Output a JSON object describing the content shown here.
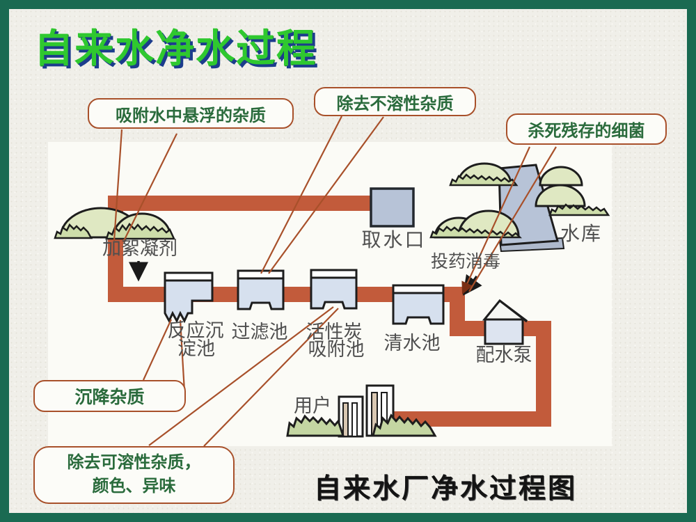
{
  "title": "自来水净水过程",
  "caption": "自来水厂净水过程图",
  "callouts": {
    "adsorb": "吸附水中悬浮的杂质",
    "insoluble": "除去不溶性杂质",
    "kill": "杀死残存的细菌",
    "settle": "沉降杂质",
    "soluble_line1": "除去可溶性杂质，",
    "soluble_line2": "颜色、异味"
  },
  "labels": {
    "flocculant": "加絮凝剂",
    "intake": "取水口",
    "reservoir": "水库",
    "dosing": "投药消毒",
    "reaction_tank_line1": "反应沉",
    "reaction_tank_line2": "淀池",
    "filter_tank": "过滤池",
    "carbon_tank_line1": "活性炭",
    "carbon_tank_line2": "吸附池",
    "clear_tank": "清水池",
    "pump": "配水泵",
    "users": "用户"
  },
  "colors": {
    "frame_green": "#1a6a52",
    "title_green": "#2fc82f",
    "title_shadow_navy": "#1c3c8c",
    "pipe_terracotta": "#c25b3b",
    "callout_border": "#a8502a",
    "callout_text_green": "#2a6b3c",
    "tank_fill": "#d6e0ee",
    "water_fill": "#b7c3d7",
    "hill_fill": "#dfe8c2",
    "bush_fill": "#cdddaa",
    "label_gray": "#4f4f4f"
  }
}
